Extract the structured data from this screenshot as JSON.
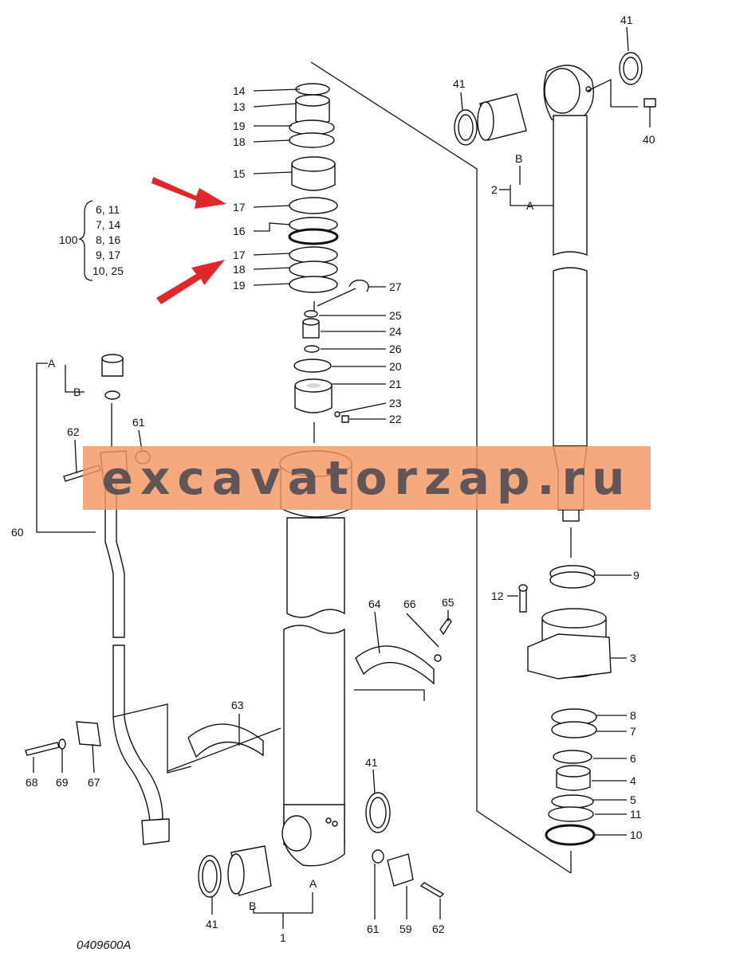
{
  "drawing_code": "0409600A",
  "watermark": "excavatorzap.ru",
  "colors": {
    "arrow": "#e0282b",
    "watermark_band": "#f39662"
  },
  "kit": {
    "number": "100",
    "rows": [
      "6, 11",
      "7, 14",
      "8, 16",
      "9, 17",
      "10, 25"
    ]
  },
  "callouts": {
    "c14": "14",
    "c13": "13",
    "c19a": "19",
    "c18a": "18",
    "c15": "15",
    "c17a": "17",
    "c16": "16",
    "c17b": "17",
    "c18b": "18",
    "c19b": "19",
    "c27": "27",
    "c25": "25",
    "c24": "24",
    "c26": "26",
    "c20": "20",
    "c21": "21",
    "c23": "23",
    "c22": "22",
    "c41a": "41",
    "c41b": "41",
    "c40": "40",
    "c2": "2",
    "cB1": "B",
    "cA1": "A",
    "cA2": "A",
    "cB2": "B",
    "c62a": "62",
    "c61a": "61",
    "c60": "60",
    "c9": "9",
    "c12": "12",
    "c3": "3",
    "c8": "8",
    "c7": "7",
    "c6": "6",
    "c4": "4",
    "c5": "5",
    "c11": "11",
    "c10": "10",
    "c64": "64",
    "c66": "66",
    "c65": "65",
    "c63": "63",
    "c68": "68",
    "c69": "69",
    "c67": "67",
    "c41c": "41",
    "c41d": "41",
    "cA3": "A",
    "cB3": "B",
    "c1": "1",
    "c61b": "61",
    "c59": "59",
    "c62b": "62"
  }
}
